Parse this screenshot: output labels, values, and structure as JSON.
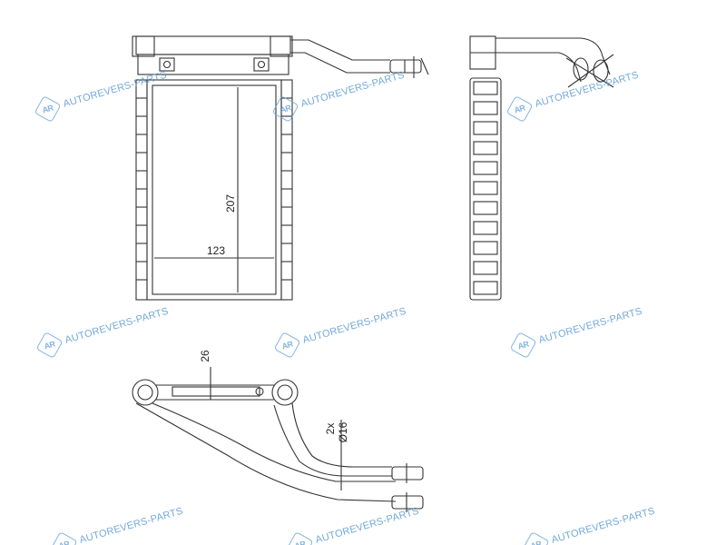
{
  "dimensions": {
    "height": "207",
    "width": "123",
    "pipe_offset": "26",
    "pipe_count": "2x",
    "pipe_diameter": "Ø16"
  },
  "watermark": {
    "text": "AUTOREVERS-PARTS",
    "logo_text": "AR",
    "color": "#5b9bd5"
  },
  "line_color": "#333333"
}
